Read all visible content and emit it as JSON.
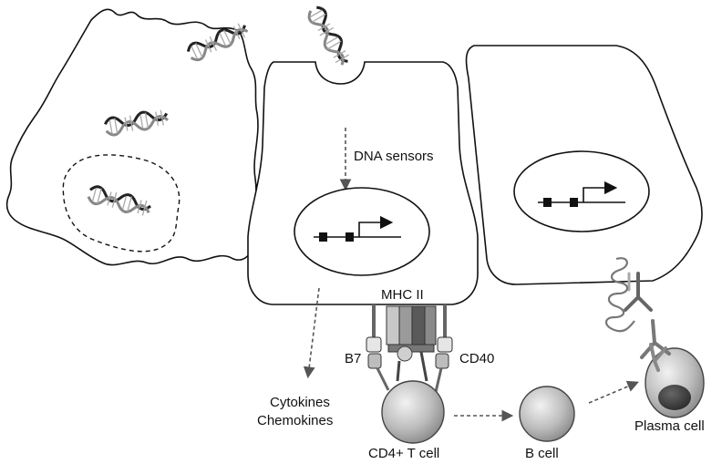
{
  "labels": {
    "dna_sensors": "DNA sensors",
    "mhc_ii": "MHC II",
    "b7": "B7",
    "cd40": "CD40",
    "cytokines": "Cytokines",
    "chemokines": "Chemokines",
    "cd4_t_cell": "CD4+ T cell",
    "b_cell": "B cell",
    "plasma_cell": "Plasma cell"
  }
}
